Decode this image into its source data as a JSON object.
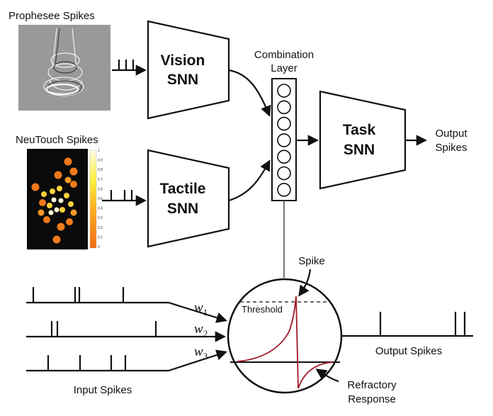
{
  "prophesee_label": "Prophesee Spikes",
  "neutouch_label": "NeuTouch Spikes",
  "vision_snn": {
    "line1": "Vision",
    "line2": "SNN"
  },
  "tactile_snn": {
    "line1": "Tactile",
    "line2": "SNN"
  },
  "task_snn": {
    "line1": "Task",
    "line2": "SNN"
  },
  "combination_layer": {
    "line1": "Combination",
    "line2": "Layer",
    "neuron_count": 7
  },
  "output_top": {
    "line1": "Output",
    "line2": "Spikes"
  },
  "neuron": {
    "spike_label": "Spike",
    "threshold_label": "Threshold",
    "refractory_line1": "Refractory",
    "refractory_line2": "Response"
  },
  "weights": [
    {
      "symbol": "w",
      "sub": "1"
    },
    {
      "symbol": "w",
      "sub": "2"
    },
    {
      "symbol": "w",
      "sub": "3"
    }
  ],
  "input_spikes_label": "Input Spikes",
  "output_spikes_label": "Output Spikes",
  "colorbar_ticks": [
    "1",
    "0.9",
    "0.8",
    "0.7",
    "0.6",
    "0.5",
    "0.4",
    "0.3",
    "0.2",
    "0.1",
    "0"
  ],
  "colors": {
    "membrane": "#a0182a",
    "tactile_bg": "#0a0a0a"
  }
}
